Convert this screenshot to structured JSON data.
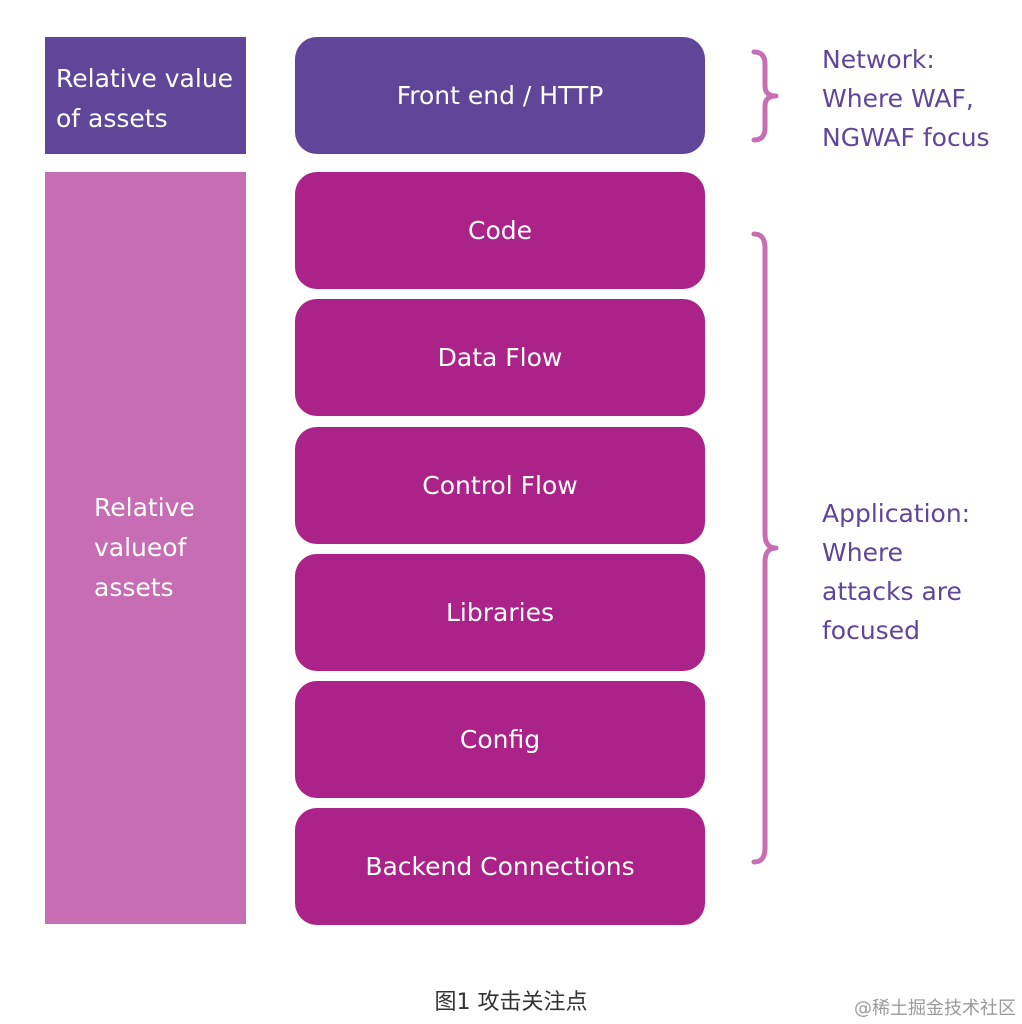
{
  "colors": {
    "network_purple": "#5f4698",
    "application_magenta": "#ab2289",
    "light_pink": "#c76db4",
    "caption_text": "#333333"
  },
  "left_panels": {
    "network": {
      "lines": [
        "Relative value",
        "of assets"
      ]
    },
    "application": {
      "lines": [
        "Relative",
        "valueof",
        "assets"
      ]
    }
  },
  "layers": [
    {
      "label": "Front end / HTTP",
      "group": "network"
    },
    {
      "label": "Code",
      "group": "application"
    },
    {
      "label": "Data Flow",
      "group": "application"
    },
    {
      "label": "Control Flow",
      "group": "application"
    },
    {
      "label": "Libraries",
      "group": "application"
    },
    {
      "label": "Config",
      "group": "application"
    },
    {
      "label": "Backend Connections",
      "group": "application"
    }
  ],
  "annotations": {
    "network": {
      "lines": [
        "Network:",
        "Where WAF,",
        "NGWAF focus"
      ]
    },
    "application": {
      "lines": [
        "Application:",
        "Where",
        "attacks are",
        "focused"
      ]
    }
  },
  "caption": "图1 攻击关注点",
  "watermark": "@稀土掘金技术社区"
}
